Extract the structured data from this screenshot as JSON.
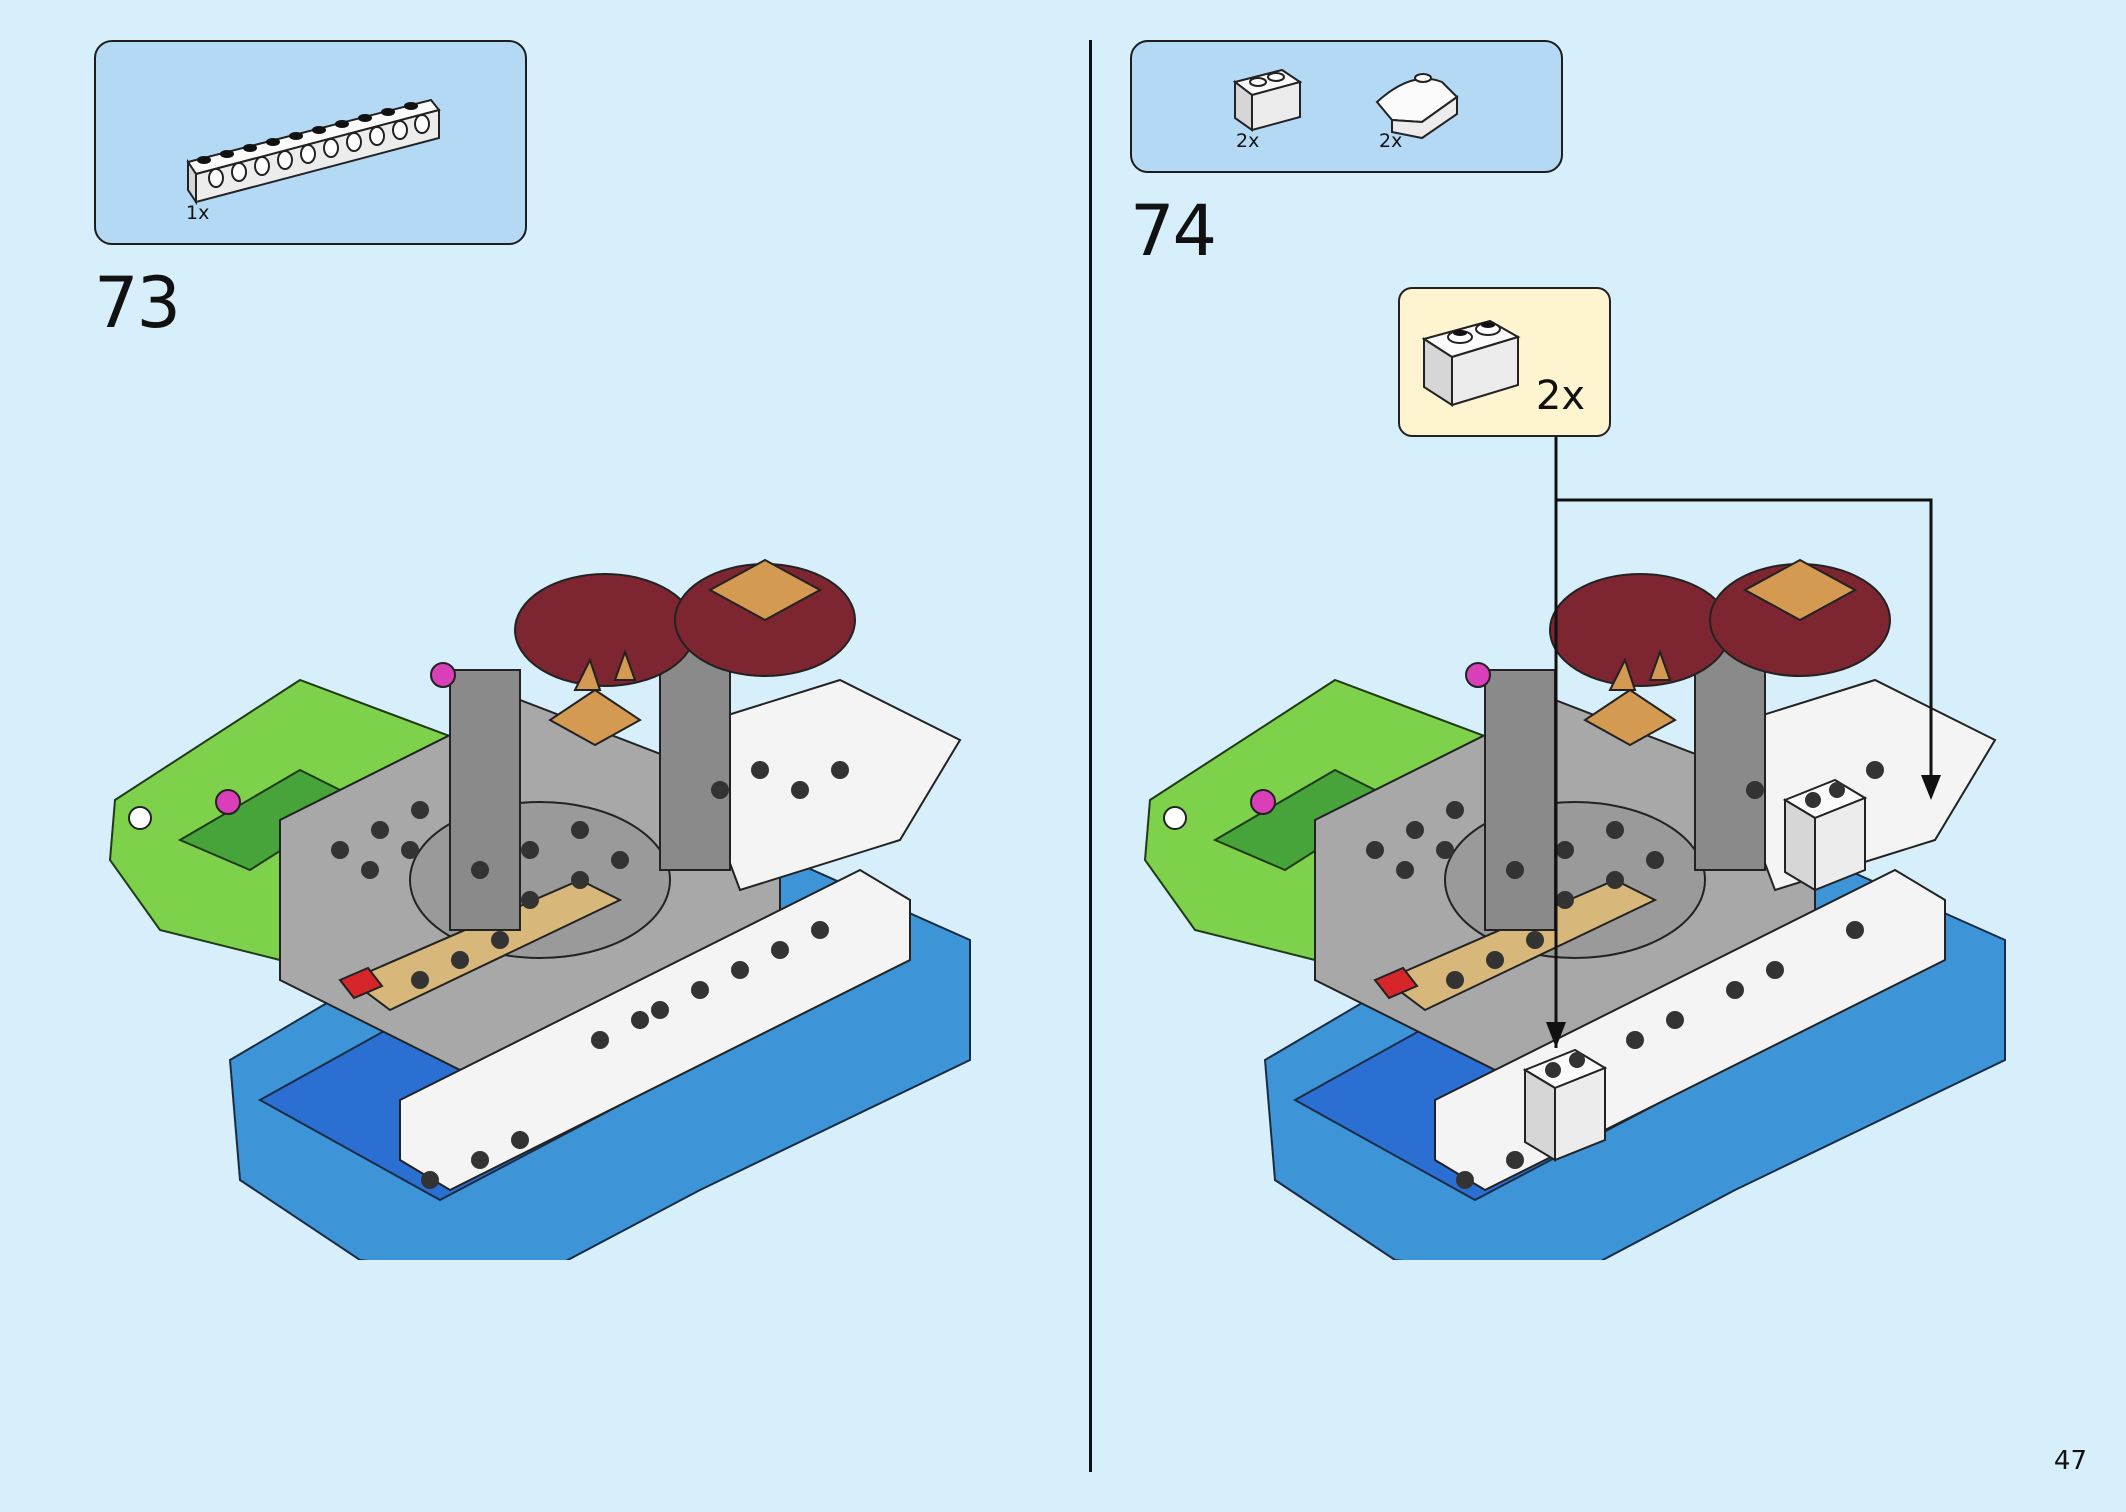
{
  "page_number": "47",
  "colors": {
    "background": "#d7eefb",
    "parts_box": "#b4d9f5",
    "callout": "#fef4cf",
    "green": "#7dd14b",
    "dark_green": "#47a43a",
    "light_gray": "#a8a8a8",
    "dark_gray": "#6e6e6e",
    "white": "#f4f4f4",
    "blue": "#2b6fd3",
    "medium_blue": "#3d95d8",
    "dark_red": "#7d2530",
    "tan": "#d8b87a",
    "orange_tan": "#d59a52",
    "magenta": "#d93fb8",
    "red": "#d7262a"
  },
  "steps": [
    {
      "number": "73",
      "parts": [
        {
          "qty": "1x",
          "icon": "white-technic-beam-1x10-icon"
        }
      ]
    },
    {
      "number": "74",
      "parts": [
        {
          "qty": "2x",
          "icon": "white-brick-1x2-icon"
        },
        {
          "qty": "2x",
          "icon": "white-curved-slope-icon"
        }
      ],
      "callout": {
        "qty": "2x",
        "icon": "white-brick-1x2-icon"
      }
    }
  ]
}
